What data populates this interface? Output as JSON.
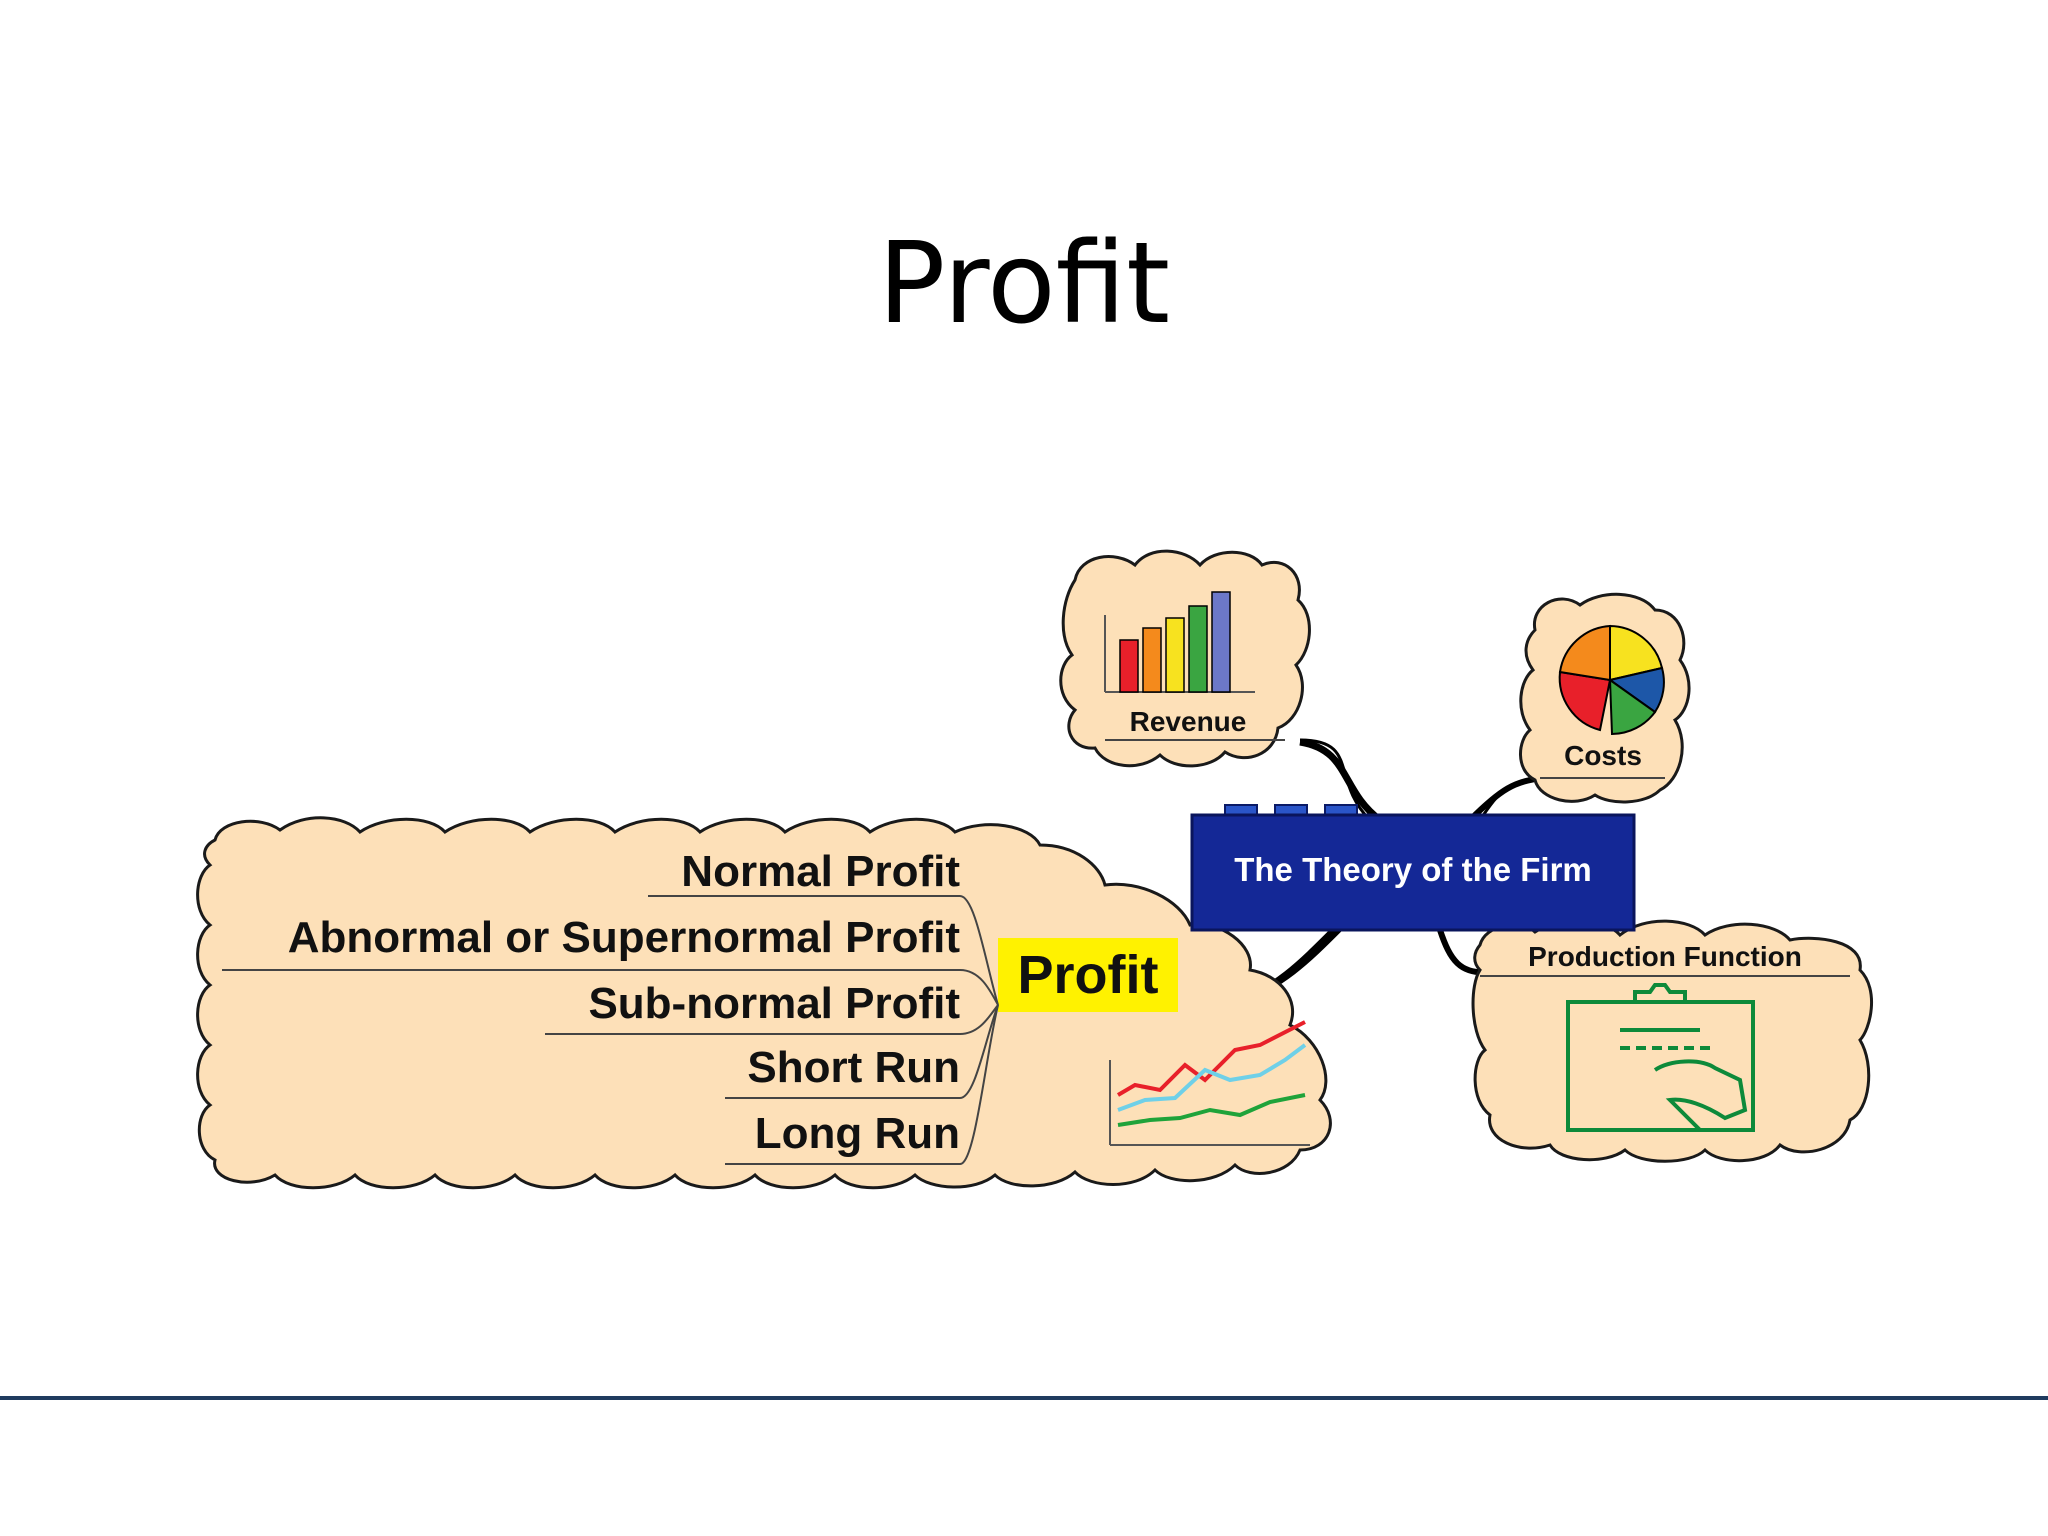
{
  "slide": {
    "title": "Profit"
  },
  "mindmap": {
    "central_topic": "The Theory of the Firm",
    "branches": {
      "revenue": "Revenue",
      "costs": "Costs",
      "production": "Production Function",
      "profit": "Profit"
    },
    "profit_subtopics": [
      "Normal Profit",
      "Abnormal or Supernormal Profit",
      "Sub-normal Profit",
      "Short Run",
      "Long Run"
    ]
  },
  "colors": {
    "cloud_fill": "#fde0b8",
    "cloud_stroke": "#1a1a1a",
    "central_fill": "#142896",
    "central_text": "#ffffff",
    "profit_highlight": "#fff200",
    "footer_rule": "#1f3b5f"
  },
  "icons": {
    "revenue": "bar-chart-icon",
    "costs": "pie-chart-icon",
    "production": "clipboard-hand-icon",
    "profit": "line-chart-icon"
  }
}
